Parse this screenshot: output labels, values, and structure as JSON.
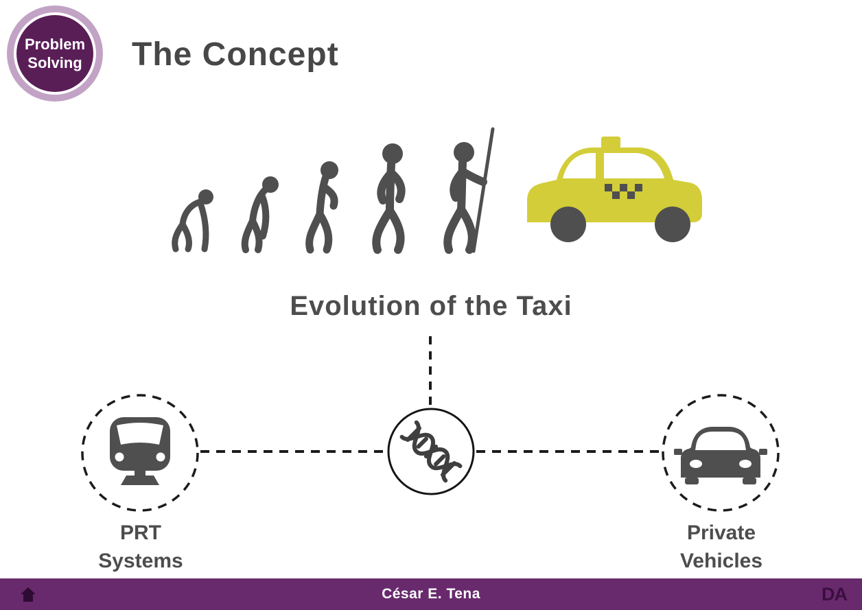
{
  "badge": {
    "line1": "Problem",
    "line2": "Solving"
  },
  "header": {
    "title": "The Concept"
  },
  "main": {
    "caption": "Evolution of the Taxi",
    "illustration": {
      "name": "evolution-of-man-to-taxi",
      "icons": [
        "crouching-hominid-icon",
        "stooped-hominid-icon",
        "upright-hominid-icon",
        "early-human-icon",
        "human-with-spear-icon",
        "taxi-icon"
      ]
    },
    "diagram": {
      "center": {
        "icon": "dna-icon"
      },
      "left": {
        "icon": "prt-train-icon",
        "label_line1": "PRT",
        "label_line2": "Systems"
      },
      "right": {
        "icon": "private-car-icon",
        "label_line1": "Private",
        "label_line2": "Vehicles"
      }
    }
  },
  "footer": {
    "author": "César E. Tena",
    "logo": "DA"
  },
  "colors": {
    "accent_purple": "#682A6D",
    "badge_ring": "#C2A3C5",
    "badge_inner": "#5A1E57",
    "taxi_yellow": "#D3CD39",
    "icon_gray": "#4F4F4F",
    "text_gray": "#4D4D4D",
    "connector_black": "#1A1A1A"
  }
}
